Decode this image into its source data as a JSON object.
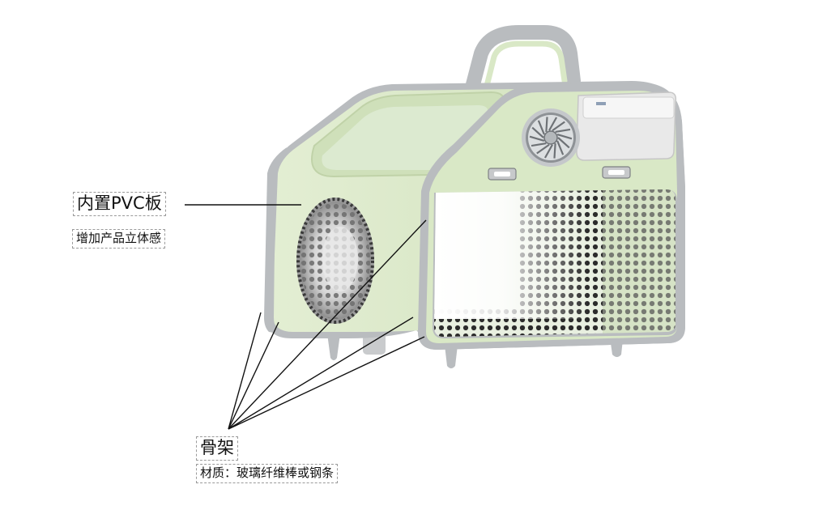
{
  "annotations": {
    "pvc_board": {
      "title": "内置PVC板",
      "subtitle": "增加产品立体感"
    },
    "frame": {
      "title": "骨架",
      "subtitle": "材质：玻璃纤维棒或钢条"
    }
  },
  "colors": {
    "shell_green": "#d9e8c6",
    "shell_shadow": "#c4d7ad",
    "trim_gray": "#b9bcbf",
    "leader_line": "#111111",
    "mesh_dark": "#2b2b2b"
  }
}
